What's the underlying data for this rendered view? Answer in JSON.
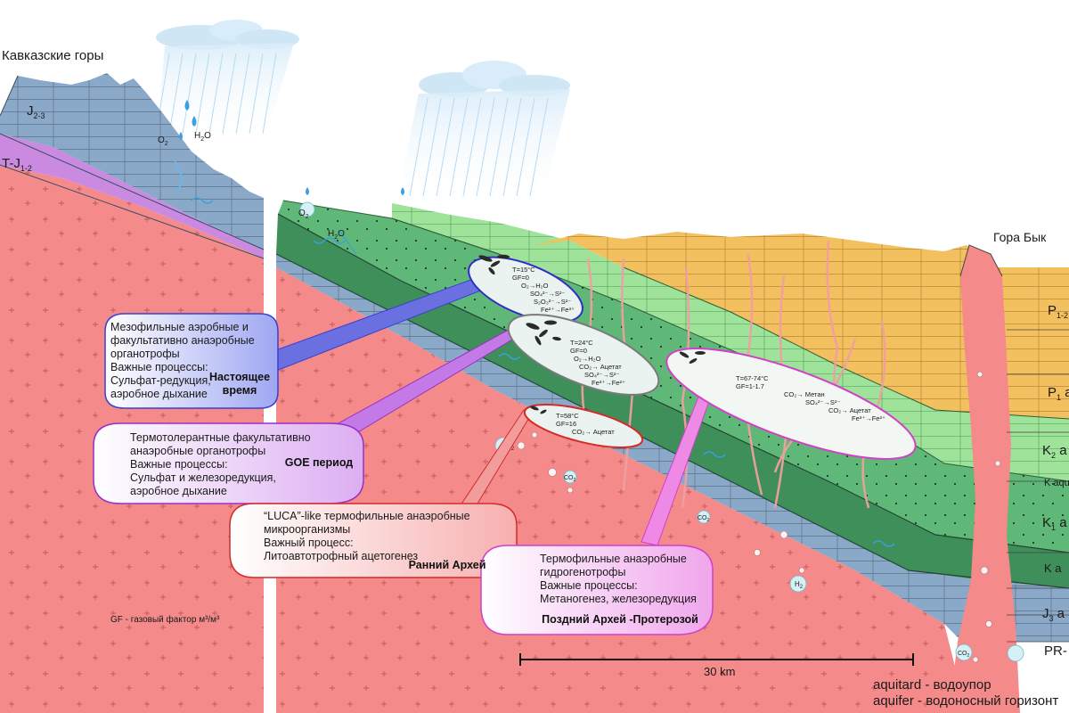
{
  "title_region": "Кавказские горы",
  "mountain_label": "Гора Бык",
  "left_units": {
    "upper": "J",
    "upper_sub": "2-3",
    "lower": "T-J",
    "lower_sub": "1-2"
  },
  "right_units": [
    {
      "main": "P",
      "sub": "1-2",
      "rest": " a"
    },
    {
      "main": "P",
      "sub": "1",
      "rest": " a"
    },
    {
      "main": "K",
      "sub": "2",
      "rest": " a"
    },
    {
      "main": "K",
      "sub": "",
      "rest": " aqu"
    },
    {
      "main": "K",
      "sub": "1",
      "rest": " a"
    },
    {
      "main": "K",
      "sub": "",
      "rest": " a"
    },
    {
      "main": "J",
      "sub": "3",
      "rest": " a"
    },
    {
      "main": "PR-",
      "sub": "",
      "rest": ""
    }
  ],
  "surface_labels": {
    "o2_left": "O",
    "h2o_left": "H",
    "o2_mid": "O",
    "h2o_mid": "H",
    "h2_a": "H",
    "h2_b": "H",
    "co2_a": "CO",
    "co2_b": "CO",
    "co2_c": "CO"
  },
  "bubbles": {
    "b1": {
      "lines": [
        "T=15°C",
        "GF=0",
        "O₂→H₂O",
        "SO₄²⁻→S²⁻",
        "S₂O₃²⁻→S²⁻",
        "Fe²⁺→Fe³⁺"
      ]
    },
    "b2": {
      "lines": [
        "T=24°C",
        "GF=0",
        "O₂→H₂O",
        "CO₂→ Ацетат",
        "SO₄²⁻→S²⁻",
        "Fe³⁺→Fe²⁺"
      ]
    },
    "b3": {
      "lines": [
        "T=58°C",
        "GF=16",
        "CO₂→ Ацетат"
      ]
    },
    "b4": {
      "lines": [
        "T=67-74°C",
        "GF=1-1.7",
        "CO₂→ Метан",
        "SO₄²⁻→S²⁻",
        "CO₂→ Ацетат",
        "Fe³⁺→Fe²⁺"
      ]
    }
  },
  "callouts": {
    "present": {
      "text": "Мезофильные аэробные и\nфакультативно анаэробные\nорганотрофы\nВажные процессы:\nСульфат-редукция,\nаэробное дыхание",
      "title": "Настоящее\nвремя",
      "color": "#3a3fd0"
    },
    "goe": {
      "text": "Термотолерантные факультативно\nанаэробные органотрофы\nВажные процессы:\nСульфат и железоредукция,\nаэробное дыхание",
      "title": "GOE период",
      "color": "#9a2fc6"
    },
    "early": {
      "text": "“LUCA”-like термофильные анаэробные\nмикроорганизмы\nВажный процесс:\nЛитоавтотрофный ацетогенез",
      "title": "Ранний Архей",
      "color": "#d42a2a"
    },
    "late": {
      "text": "Термофильные анаэробные\nгидрогенотрофы\nВажные процессы:\nМетаногенез, железоредукция",
      "title": "Поздний Архей -Протерозой",
      "color": "#d040c8"
    }
  },
  "gf_note": "GF - газовый фактор м³/м³",
  "scale_bar": {
    "label": "30 km"
  },
  "legend": [
    "aquitard - водоупор",
    "aquifer - водоносный горизонт"
  ],
  "colors": {
    "basement": "#f48a8a",
    "limestone": "#8aa8c8",
    "dark_green": "#3f8f5a",
    "mid_green": "#5fb878",
    "light_green": "#9fe29a",
    "yellow": "#f3c060",
    "purple": "#c98ae0",
    "sky": "#cfe6f5"
  }
}
